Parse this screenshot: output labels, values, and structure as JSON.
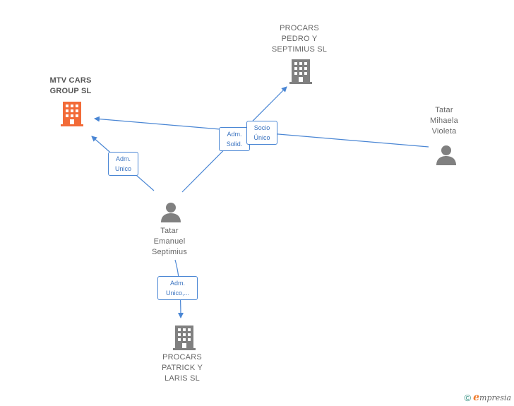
{
  "nodes": {
    "mtv": {
      "label": "MTV CARS\nGROUP  SL",
      "type": "company-main"
    },
    "procars_pedro": {
      "label": "PROCARS\nPEDRO Y\nSEPTIMIUS  SL",
      "type": "company"
    },
    "tatar_mihaela": {
      "label": "Tatar\nMihaela\nVioleta",
      "type": "person"
    },
    "tatar_emanuel": {
      "label": "Tatar\nEmanuel\nSeptimius",
      "type": "person"
    },
    "procars_patrick": {
      "label": "PROCARS\nPATRICK Y\nLARIS  SL",
      "type": "company"
    }
  },
  "edges": {
    "adm_unico_mtv": {
      "label": "Adm.\nUnico"
    },
    "adm_solid": {
      "label": "Adm.\nSolid."
    },
    "socio_unico": {
      "label": "Socio\nÚnico"
    },
    "adm_unico_patrick": {
      "label": "Adm.\nUnico,..."
    }
  },
  "colors": {
    "main_company": "#f26b38",
    "company": "#808080",
    "person": "#808080",
    "edge": "#4a86d4"
  },
  "footer": {
    "copyright": "©",
    "brand_e": "e",
    "brand_rest": "mpresia"
  }
}
